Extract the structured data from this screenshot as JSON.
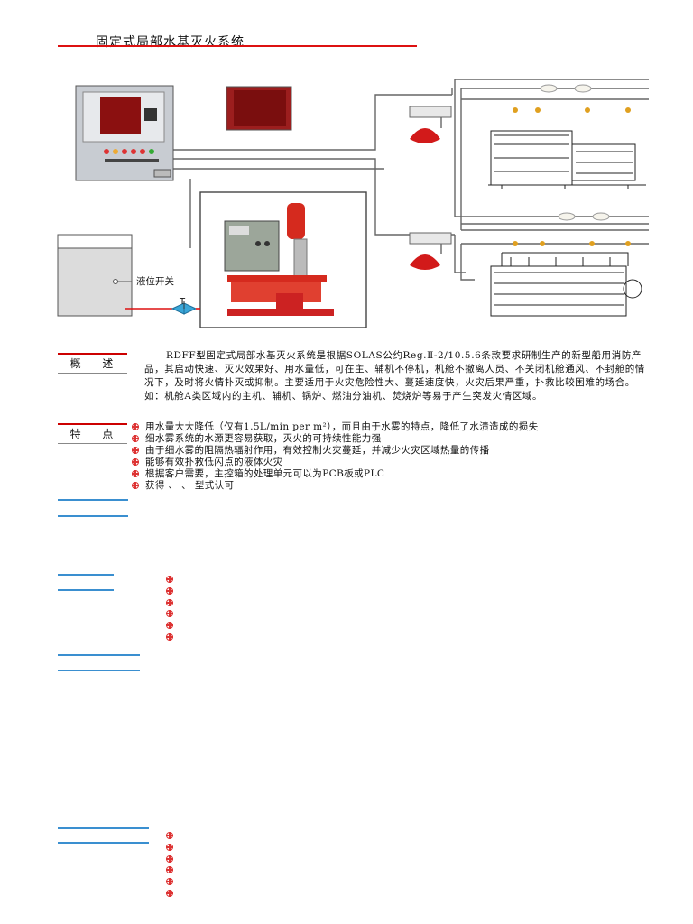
{
  "doc": {
    "title": "固定式局部水基灭火系统"
  },
  "diagram": {
    "level_switch_label": "液位开关",
    "valve_label": "T"
  },
  "overview": {
    "label": "概 述",
    "text": "RDFF型固定式局部水基灭火系统是根据SOLAS公约Reg.Ⅱ-2/10.5.6条款要求研制生产的新型船用消防产品，其启动快速、灭火效果好、用水量低，可在主、辅机不停机，机舱不撤离人员、不关闭机舱通风、不封舱的情况下，及时将火情扑灭或抑制。主要适用于火灾危险性大、蔓延速度快，火灾后果严重，扑救比较困难的场合。如：机舱A类区域内的主机、辅机、锅炉、燃油分油机、焚烧炉等易于产生突发火情区域。"
  },
  "features": {
    "label": "特 点",
    "items": [
      "用水量大大降低（仅有1.5L/min per m²），而且由于水雾的特点，降低了水渍造成的损失",
      "细水雾系统的水源更容易获取，灭火的可持续性能力强",
      "由于细水雾的阻隔热辐射作用，有效控制火灾蔓延，并减少火灾区域热量的传播",
      "能够有效扑救低闪点的液体火灾",
      "根据客户需要，主控箱的处理单元可以为PCB板或PLC",
      "获得 、 、 型式认可"
    ]
  },
  "colors": {
    "accent_red": "#d11111",
    "rule_blue": "#3a8fd0",
    "pump_red": "#d52a1e"
  }
}
